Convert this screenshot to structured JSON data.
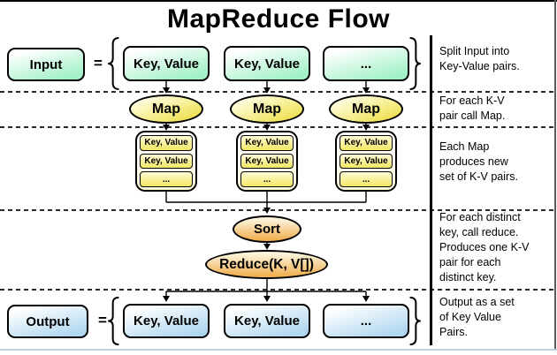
{
  "title": "MapReduce Flow",
  "input_row": {
    "label": "Input",
    "equals": "=",
    "items": [
      "Key, Value",
      "Key, Value",
      "..."
    ],
    "note_lines": [
      "Split Input into",
      "Key-Value pairs."
    ]
  },
  "map_row": {
    "nodes": [
      "Map",
      "Map",
      "Map"
    ],
    "note_lines": [
      "For each K-V",
      "pair call Map."
    ]
  },
  "map_output_row": {
    "stacks": [
      [
        "Key, Value",
        "Key, Value",
        "..."
      ],
      [
        "Key, Value",
        "Key, Value",
        "..."
      ],
      [
        "Key, Value",
        "Key, Value",
        "..."
      ]
    ],
    "note_lines": [
      "Each Map",
      "produces new",
      "set of K-V pairs."
    ]
  },
  "reduce_row": {
    "sort_label": "Sort",
    "reduce_label": "Reduce(K, V[])",
    "note_lines": [
      "For each distinct",
      "key, call reduce.",
      "Produces one K-V",
      "pair for each",
      "distinct key."
    ]
  },
  "output_row": {
    "label": "Output",
    "equals": "=",
    "items": [
      "Key, Value",
      "Key, Value",
      "..."
    ],
    "note_lines": [
      "Output as a set",
      "of Key Value",
      "Pairs."
    ]
  },
  "colors": {
    "input_fill": "#a2f1c7",
    "map_fill": "#eee04f",
    "sort_reduce_fill": "#f1b155",
    "output_fill": "#b0d7f0",
    "stack_cell_fill": "#f3e763",
    "line": "#000000"
  }
}
